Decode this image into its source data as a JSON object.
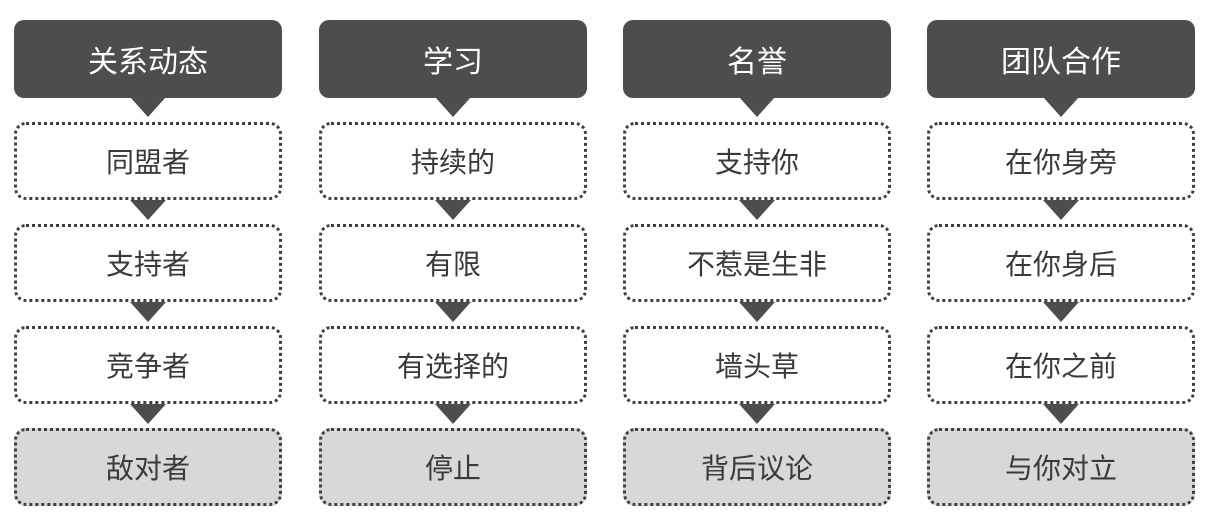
{
  "colors": {
    "header_fill": "#4f4c4d",
    "header_text": "#ffffff",
    "box_fill": "#ffffff",
    "final_box_fill": "#d8d8d8",
    "box_border": "#3f3f3f",
    "box_text": "#3a3a3a"
  },
  "columns": [
    {
      "header": "关系动态",
      "items": [
        "同盟者",
        "支持者",
        "竞争者",
        "敌对者"
      ]
    },
    {
      "header": "学习",
      "items": [
        "持续的",
        "有限",
        "有选择的",
        "停止"
      ]
    },
    {
      "header": "名誉",
      "items": [
        "支持你",
        "不惹是生非",
        "墙头草",
        "背后议论"
      ]
    },
    {
      "header": "团队合作",
      "items": [
        "在你身旁",
        "在你身后",
        "在你之前",
        "与你对立"
      ]
    }
  ]
}
